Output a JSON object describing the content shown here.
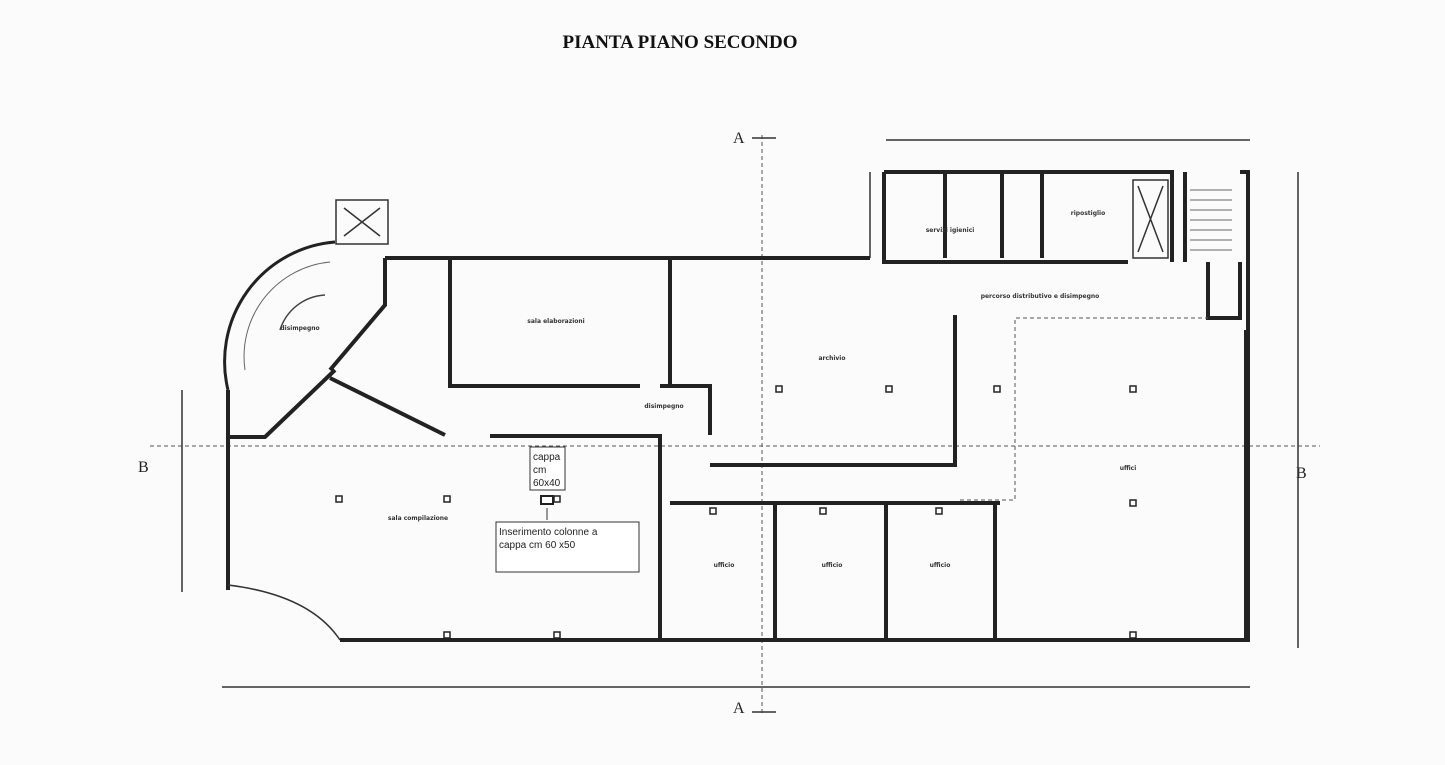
{
  "title": "PIANTA PIANO SECONDO",
  "section_markers": {
    "a_top": "A",
    "a_bottom": "A",
    "b_left": "B",
    "b_right": "B"
  },
  "rooms": {
    "disimpegno_stairs": "disimpegno",
    "sala_elaborazioni": "sala elaborazioni",
    "archivio": "archivio",
    "disimpegno_center": "disimpegno",
    "sala_compilazione": "sala compilazione",
    "servizi_igienici": "servizi igienici",
    "ripostiglio": "ripostiglio",
    "percorso": "percorso distributivo e disimpegno",
    "uffici": "uffici",
    "ufficio_1": "ufficio",
    "ufficio_2": "ufficio",
    "ufficio_3": "ufficio"
  },
  "notes": {
    "small_box": [
      "cappa",
      "cm",
      "60x40"
    ],
    "big_box": [
      "Inserimento colonne a",
      "cappa  cm  60 x50"
    ]
  }
}
